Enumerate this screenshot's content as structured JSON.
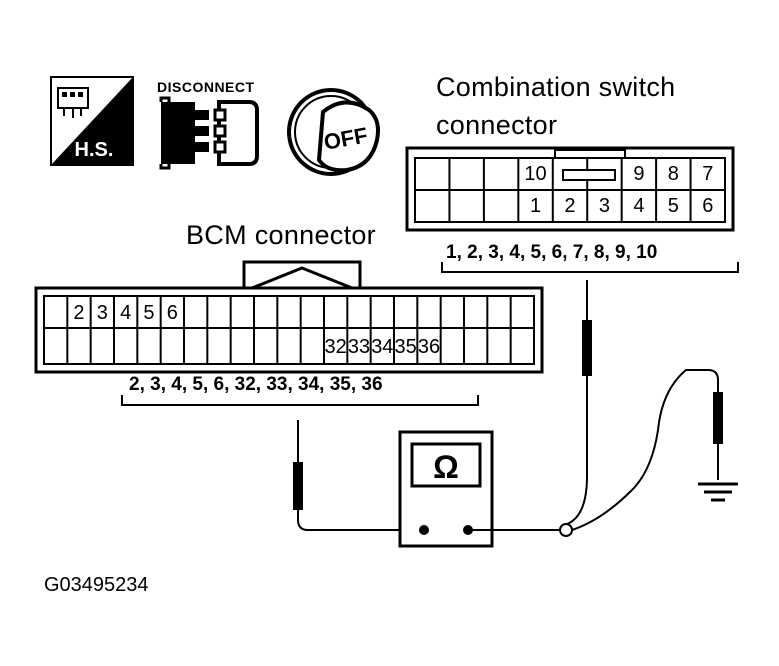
{
  "icons": {
    "hs_label": "H.S.",
    "disconnect_label": "DISCONNECT",
    "ignition_label": "OFF"
  },
  "combination_connector": {
    "title_line1": "Combination switch",
    "title_line2": "connector",
    "top_row": [
      "",
      "",
      "",
      "10",
      "",
      "",
      "9",
      "8",
      "7"
    ],
    "bottom_row": [
      "",
      "",
      "",
      "1",
      "2",
      "3",
      "4",
      "5",
      "6"
    ],
    "pins_label": "1, 2, 3, 4, 5, 6, 7, 8, 9, 10"
  },
  "bcm_connector": {
    "title": "BCM connector",
    "top_row": [
      "",
      "2",
      "3",
      "4",
      "5",
      "6",
      "",
      "",
      "",
      "",
      "",
      "",
      "",
      "",
      "",
      "",
      "",
      "",
      "",
      "",
      ""
    ],
    "bottom_row": [
      "",
      "",
      "",
      "",
      "",
      "",
      "",
      "",
      "",
      "",
      "",
      "",
      "32",
      "33",
      "34",
      "35",
      "36",
      "",
      "",
      "",
      ""
    ],
    "pins_label": "2, 3, 4, 5, 6, 32, 33, 34, 35, 36"
  },
  "meter": {
    "symbol": "Ω",
    "icon": "ohmmeter-icon"
  },
  "ground": {
    "icon": "ground-icon"
  },
  "figure_code": "G03495234"
}
